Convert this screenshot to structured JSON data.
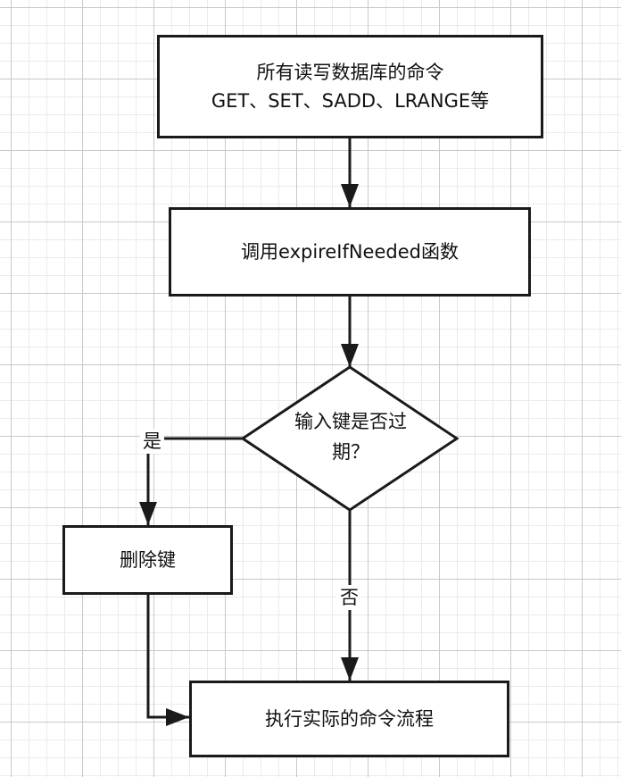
{
  "nodes": {
    "start": {
      "line1": "所有读写数据库的命令",
      "line2": "GET、SET、SADD、LRANGE等"
    },
    "call_function": {
      "label": "调用expireIfNeeded函数"
    },
    "decision": {
      "line1": "输入键是否过",
      "line2": "期？"
    },
    "delete_key": {
      "label": "删除键"
    },
    "execute": {
      "label": "执行实际的命令流程"
    }
  },
  "edges": {
    "yes_label": "是",
    "no_label": "否"
  },
  "colors": {
    "stroke": "#1a1a1a",
    "grid_major": "#c9c9c9",
    "grid_minor": "#ebebeb",
    "background": "#ffffff"
  }
}
